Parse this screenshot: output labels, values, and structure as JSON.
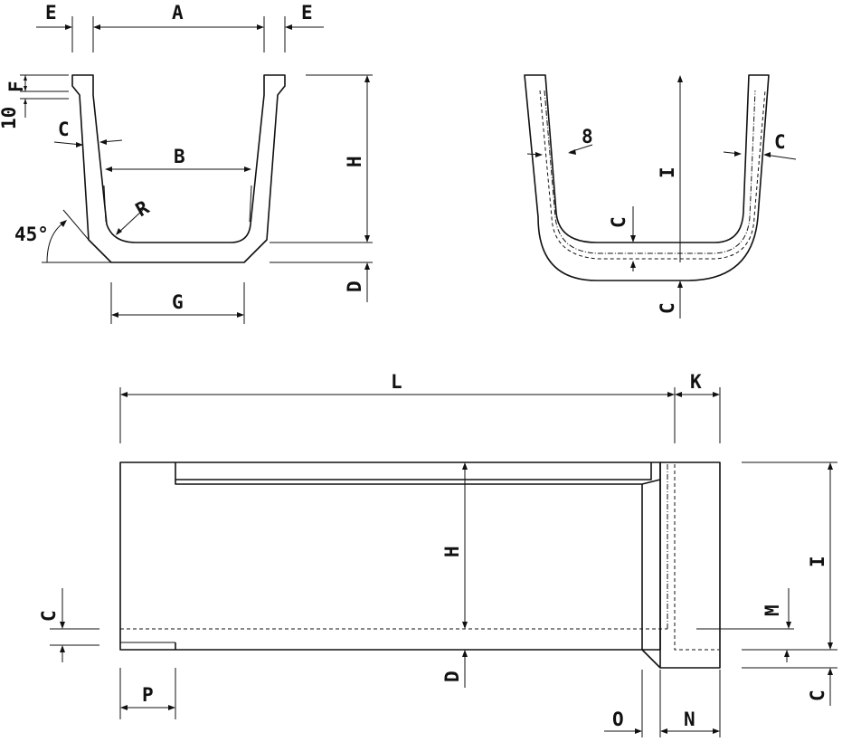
{
  "labels": {
    "A": "A",
    "B": "B",
    "C": "C",
    "D": "D",
    "E": "E",
    "F": "F",
    "G": "G",
    "H": "H",
    "I": "I",
    "K": "K",
    "L": "L",
    "M": "M",
    "N": "N",
    "O": "O",
    "P": "P",
    "R": "R",
    "ten": "10",
    "eight": "8",
    "angle": "45°"
  }
}
